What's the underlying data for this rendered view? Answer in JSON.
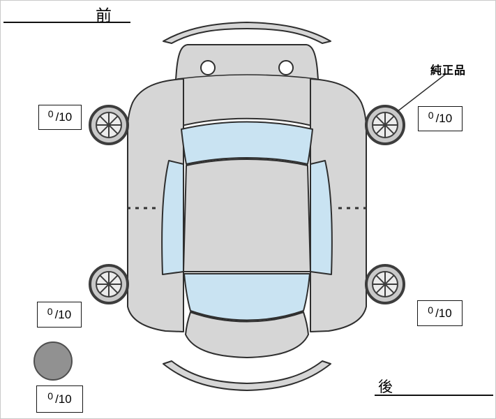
{
  "labels": {
    "front": "前",
    "rear": "後",
    "genuine_part": "純正品"
  },
  "tread_boxes": [
    {
      "id": "front-left",
      "num": "0",
      "den": "/10"
    },
    {
      "id": "front-right",
      "num": "0",
      "den": "/10"
    },
    {
      "id": "rear-left",
      "num": "0",
      "den": "/10"
    },
    {
      "id": "rear-right",
      "num": "0",
      "den": "/10"
    },
    {
      "id": "spare",
      "num": "0",
      "den": "/10"
    }
  ],
  "colors": {
    "body_gray": "#d6d6d6",
    "glass_blue": "#c9e3f2",
    "spare_gray": "#919191",
    "outline": "#2e2e2e"
  }
}
